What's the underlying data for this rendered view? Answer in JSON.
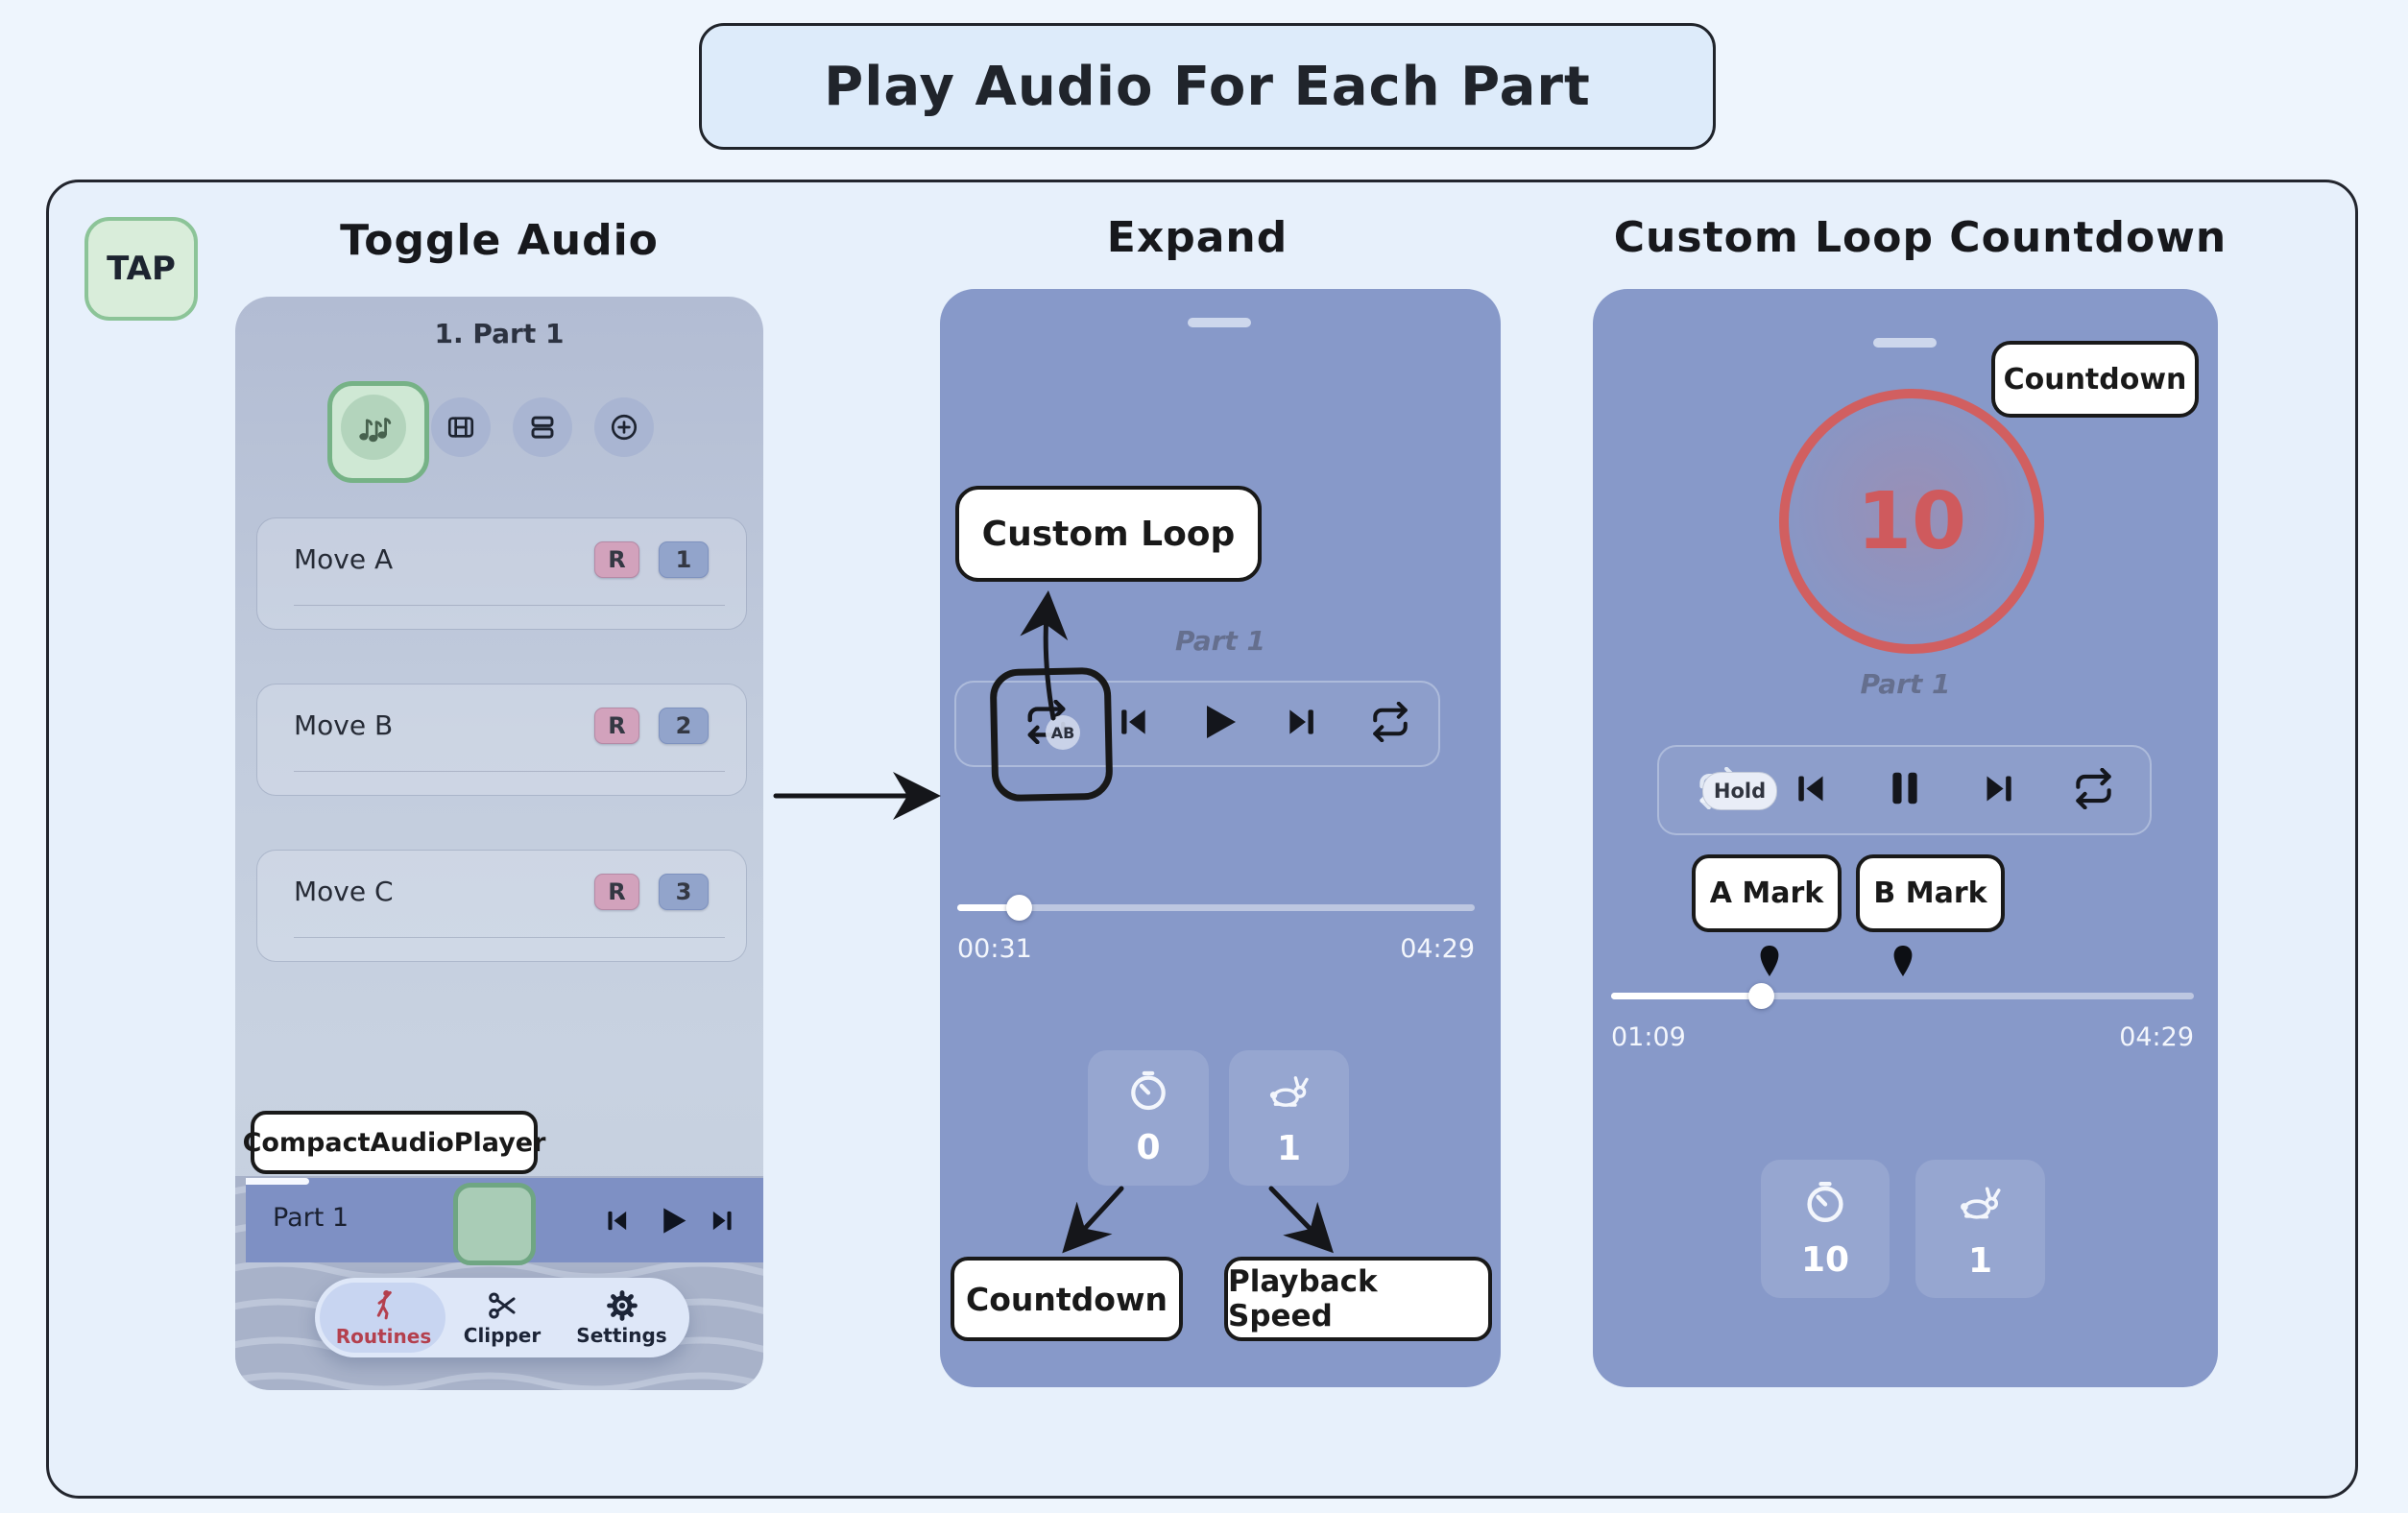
{
  "title": "Play Audio For Each Part",
  "tap_badge": "TAP",
  "sections": {
    "toggle_audio": {
      "heading": "Toggle Audio",
      "phone": {
        "header": "1. Part 1",
        "moves": [
          {
            "name": "Move A",
            "badge_r": "R",
            "badge_num": "1"
          },
          {
            "name": "Move B",
            "badge_r": "R",
            "badge_num": "2"
          },
          {
            "name": "Move C",
            "badge_r": "R",
            "badge_num": "3"
          }
        ],
        "compact_player_label": "CompactAudioPlayer",
        "mini_player": {
          "track": "Part 1"
        },
        "tab_bar": {
          "tabs": [
            {
              "label": "Routines"
            },
            {
              "label": "Clipper"
            },
            {
              "label": "Settings"
            }
          ]
        }
      }
    },
    "expand": {
      "heading": "Expand",
      "custom_loop_callout": "Custom Loop",
      "player": {
        "part": "Part 1",
        "ab_badge": "AB",
        "current_time": "00:31",
        "total_time": "04:29",
        "countdown_value": "0",
        "speed_value": "1"
      },
      "countdown_callout": "Countdown",
      "playback_speed_callout": "Playback Speed"
    },
    "custom_loop_countdown": {
      "heading": "Custom Loop Countdown",
      "countdown_callout": "Countdown",
      "countdown_display": "10",
      "player": {
        "part": "Part 1",
        "hold_badge": "Hold",
        "current_time": "01:09",
        "total_time": "04:29",
        "countdown_value": "10",
        "speed_value": "1"
      },
      "a_mark_callout": "A Mark",
      "b_mark_callout": "B Mark"
    }
  },
  "colors": {
    "accent_green_border": "#8cc498",
    "accent_green_fill": "#d9edda",
    "phone_blue": "#8799c9",
    "mini_bar_blue": "#7e90c4",
    "countdown_red": "#d15f60",
    "badge_pink": "#d2a2bc",
    "badge_blue": "#92a4cb",
    "routines_red": "#b4404e"
  }
}
